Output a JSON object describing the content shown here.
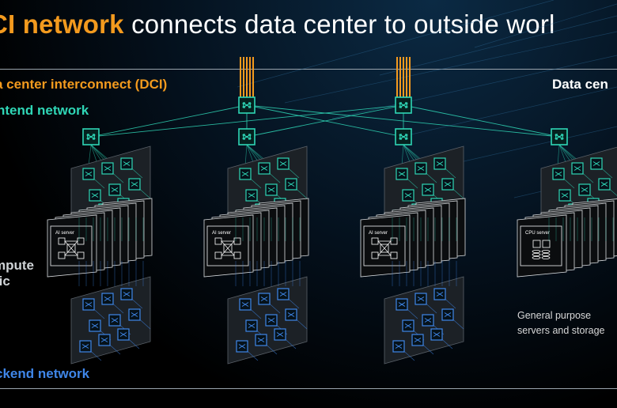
{
  "title": {
    "highlight": "CI network",
    "rest": " connects data center to outside worl"
  },
  "labels": {
    "dci": "a center interconnect (DCI)",
    "frontend": "ntend network",
    "datacenter": "Data cen",
    "compute_line1": "mpute",
    "compute_line2": "ric",
    "backend": "ckend network",
    "general_line1": "General purpose",
    "general_line2": "servers and storage"
  },
  "servers": {
    "ai_label": "AI server",
    "cpu_label": "CPU server"
  },
  "colors": {
    "dci": "#f39a1e",
    "frontend": "#2fd6b6",
    "backend": "#3f86e8",
    "background": "#000000"
  },
  "icons": {
    "switch": "switch-icon",
    "ai_server": "ai-server-icon",
    "cpu_server": "cpu-server-icon"
  }
}
